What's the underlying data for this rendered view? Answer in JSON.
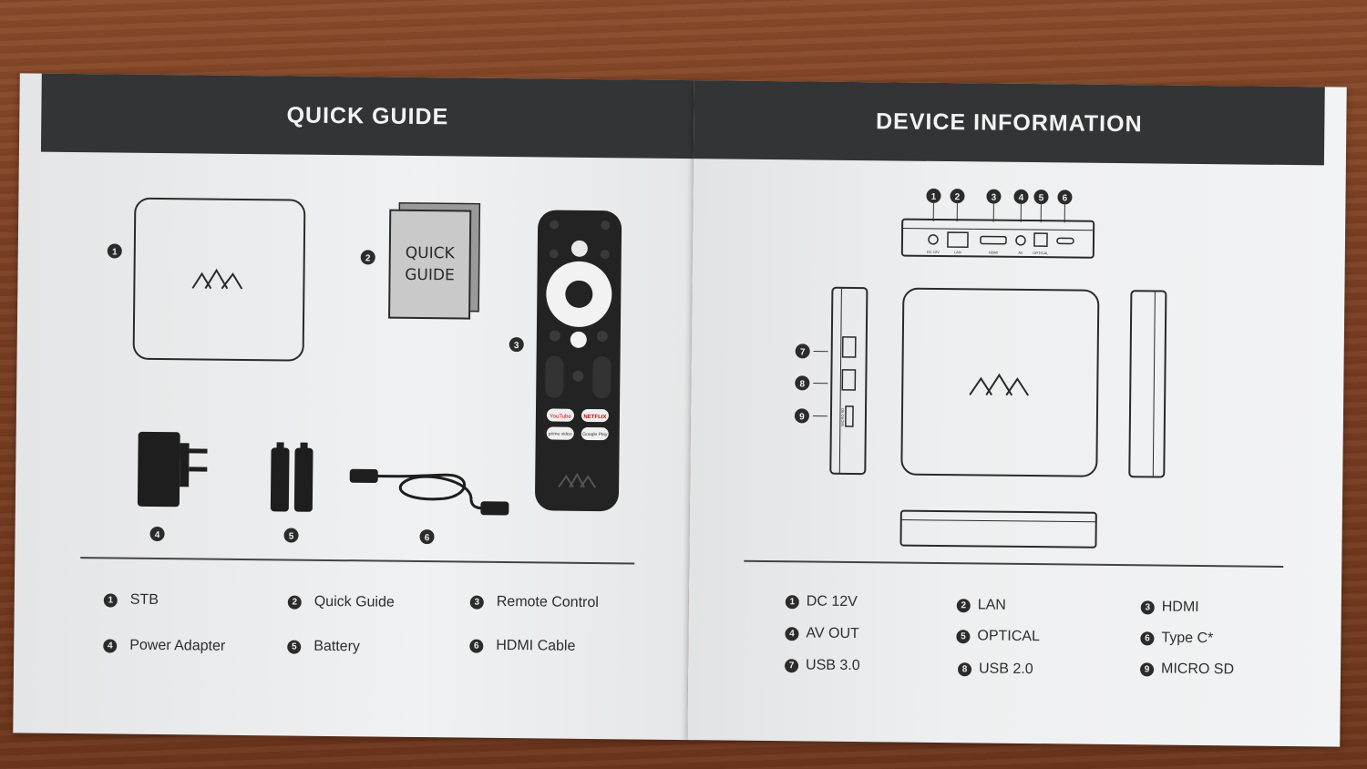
{
  "left_page": {
    "header": "QUICK GUIDE",
    "booklet_text_line1": "QUICK",
    "booklet_text_line2": "GUIDE",
    "remote_buttons": {
      "youtube": "YouTube",
      "netflix": "NETFLIX",
      "prime": "prime video",
      "google_play": "Google Play"
    },
    "legend": [
      {
        "num": "1",
        "label": "STB"
      },
      {
        "num": "2",
        "label": "Quick Guide"
      },
      {
        "num": "3",
        "label": "Remote Control"
      },
      {
        "num": "4",
        "label": "Power Adapter"
      },
      {
        "num": "5",
        "label": "Battery"
      },
      {
        "num": "6",
        "label": "HDMI Cable"
      }
    ],
    "callouts": [
      "1",
      "2",
      "3",
      "4",
      "5",
      "6"
    ]
  },
  "right_page": {
    "header": "DEVICE INFORMATION",
    "port_callouts": [
      "1",
      "2",
      "3",
      "4",
      "5",
      "6"
    ],
    "side_callouts": [
      "7",
      "8",
      "9"
    ],
    "port_labels": [
      "DC 12V",
      "LAN",
      "HDMI",
      "AV",
      "OPTICAL"
    ],
    "side_port_label": "MICRO SD",
    "legend": [
      {
        "num": "1",
        "label": "DC 12V"
      },
      {
        "num": "2",
        "label": "LAN"
      },
      {
        "num": "3",
        "label": "HDMI"
      },
      {
        "num": "4",
        "label": "AV OUT"
      },
      {
        "num": "5",
        "label": "OPTICAL"
      },
      {
        "num": "6",
        "label": "Type C*"
      },
      {
        "num": "7",
        "label": "USB 3.0"
      },
      {
        "num": "8",
        "label": "USB 2.0"
      },
      {
        "num": "9",
        "label": "MICRO SD"
      }
    ]
  },
  "colors": {
    "header_band": "#333435",
    "paper": "#ecedee",
    "ink": "#2b2b2b",
    "wood": "#7a3e22"
  }
}
